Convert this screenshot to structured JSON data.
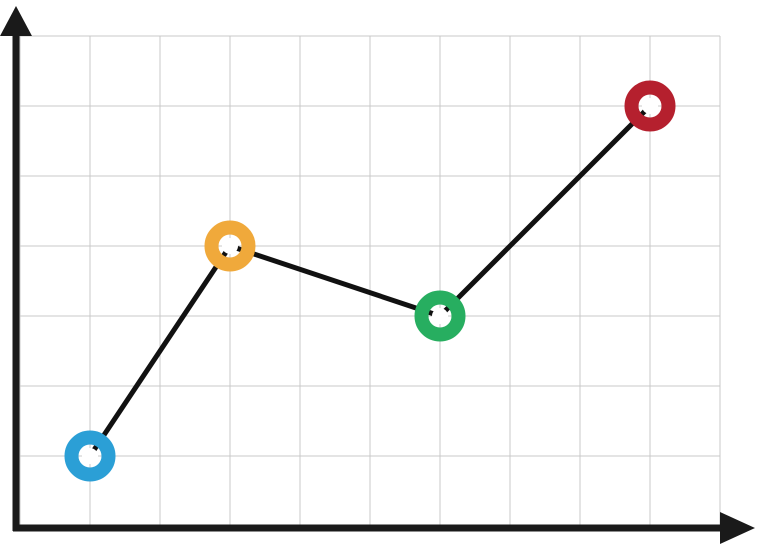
{
  "chart_data": {
    "type": "line",
    "title": "",
    "xlabel": "",
    "ylabel": "",
    "x": [
      1,
      3,
      6,
      9
    ],
    "series": [
      {
        "values": [
          1,
          4,
          3,
          6
        ],
        "point_colors": [
          "#2b9fd6",
          "#f0a93b",
          "#27ae60",
          "#b5202e"
        ],
        "line_color": "#111111"
      }
    ],
    "xlim": [
      0,
      10
    ],
    "ylim": [
      0,
      7
    ],
    "grid": true,
    "legend": "none",
    "axis_color": "#1a1a1a",
    "grid_color": "#c8c8c8"
  }
}
